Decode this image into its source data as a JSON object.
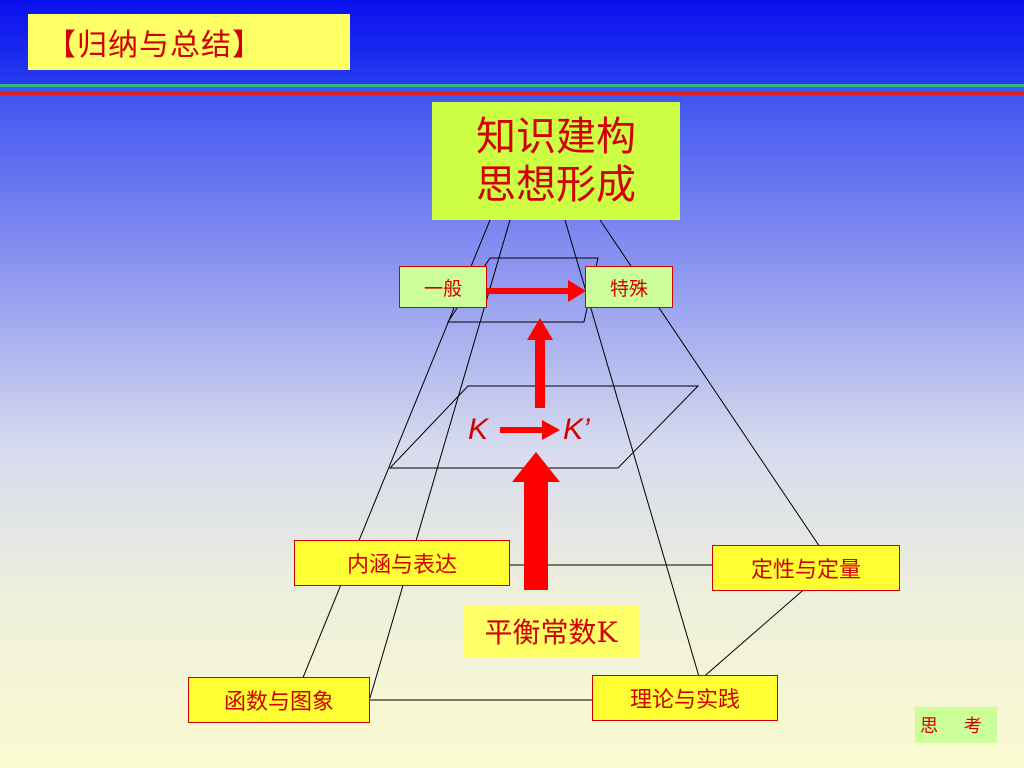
{
  "header": {
    "title": "【归纳与总结】"
  },
  "diagram": {
    "top_box": {
      "line1": "知识建构",
      "line2": "思想形成"
    },
    "general": "一般",
    "special": "特殊",
    "k": "K",
    "k_prime": "K’",
    "connotation": "内涵与表达",
    "qualitative": "定性与定量",
    "constant": "平衡常数K",
    "function": "函数与图象",
    "theory": "理论与实践"
  },
  "footer": {
    "think_button": "思 考"
  },
  "colors": {
    "text_red": "#d40000",
    "arrow_red": "#ff0000",
    "label_yellow": "#ffff33",
    "label_green": "#ccff99"
  }
}
